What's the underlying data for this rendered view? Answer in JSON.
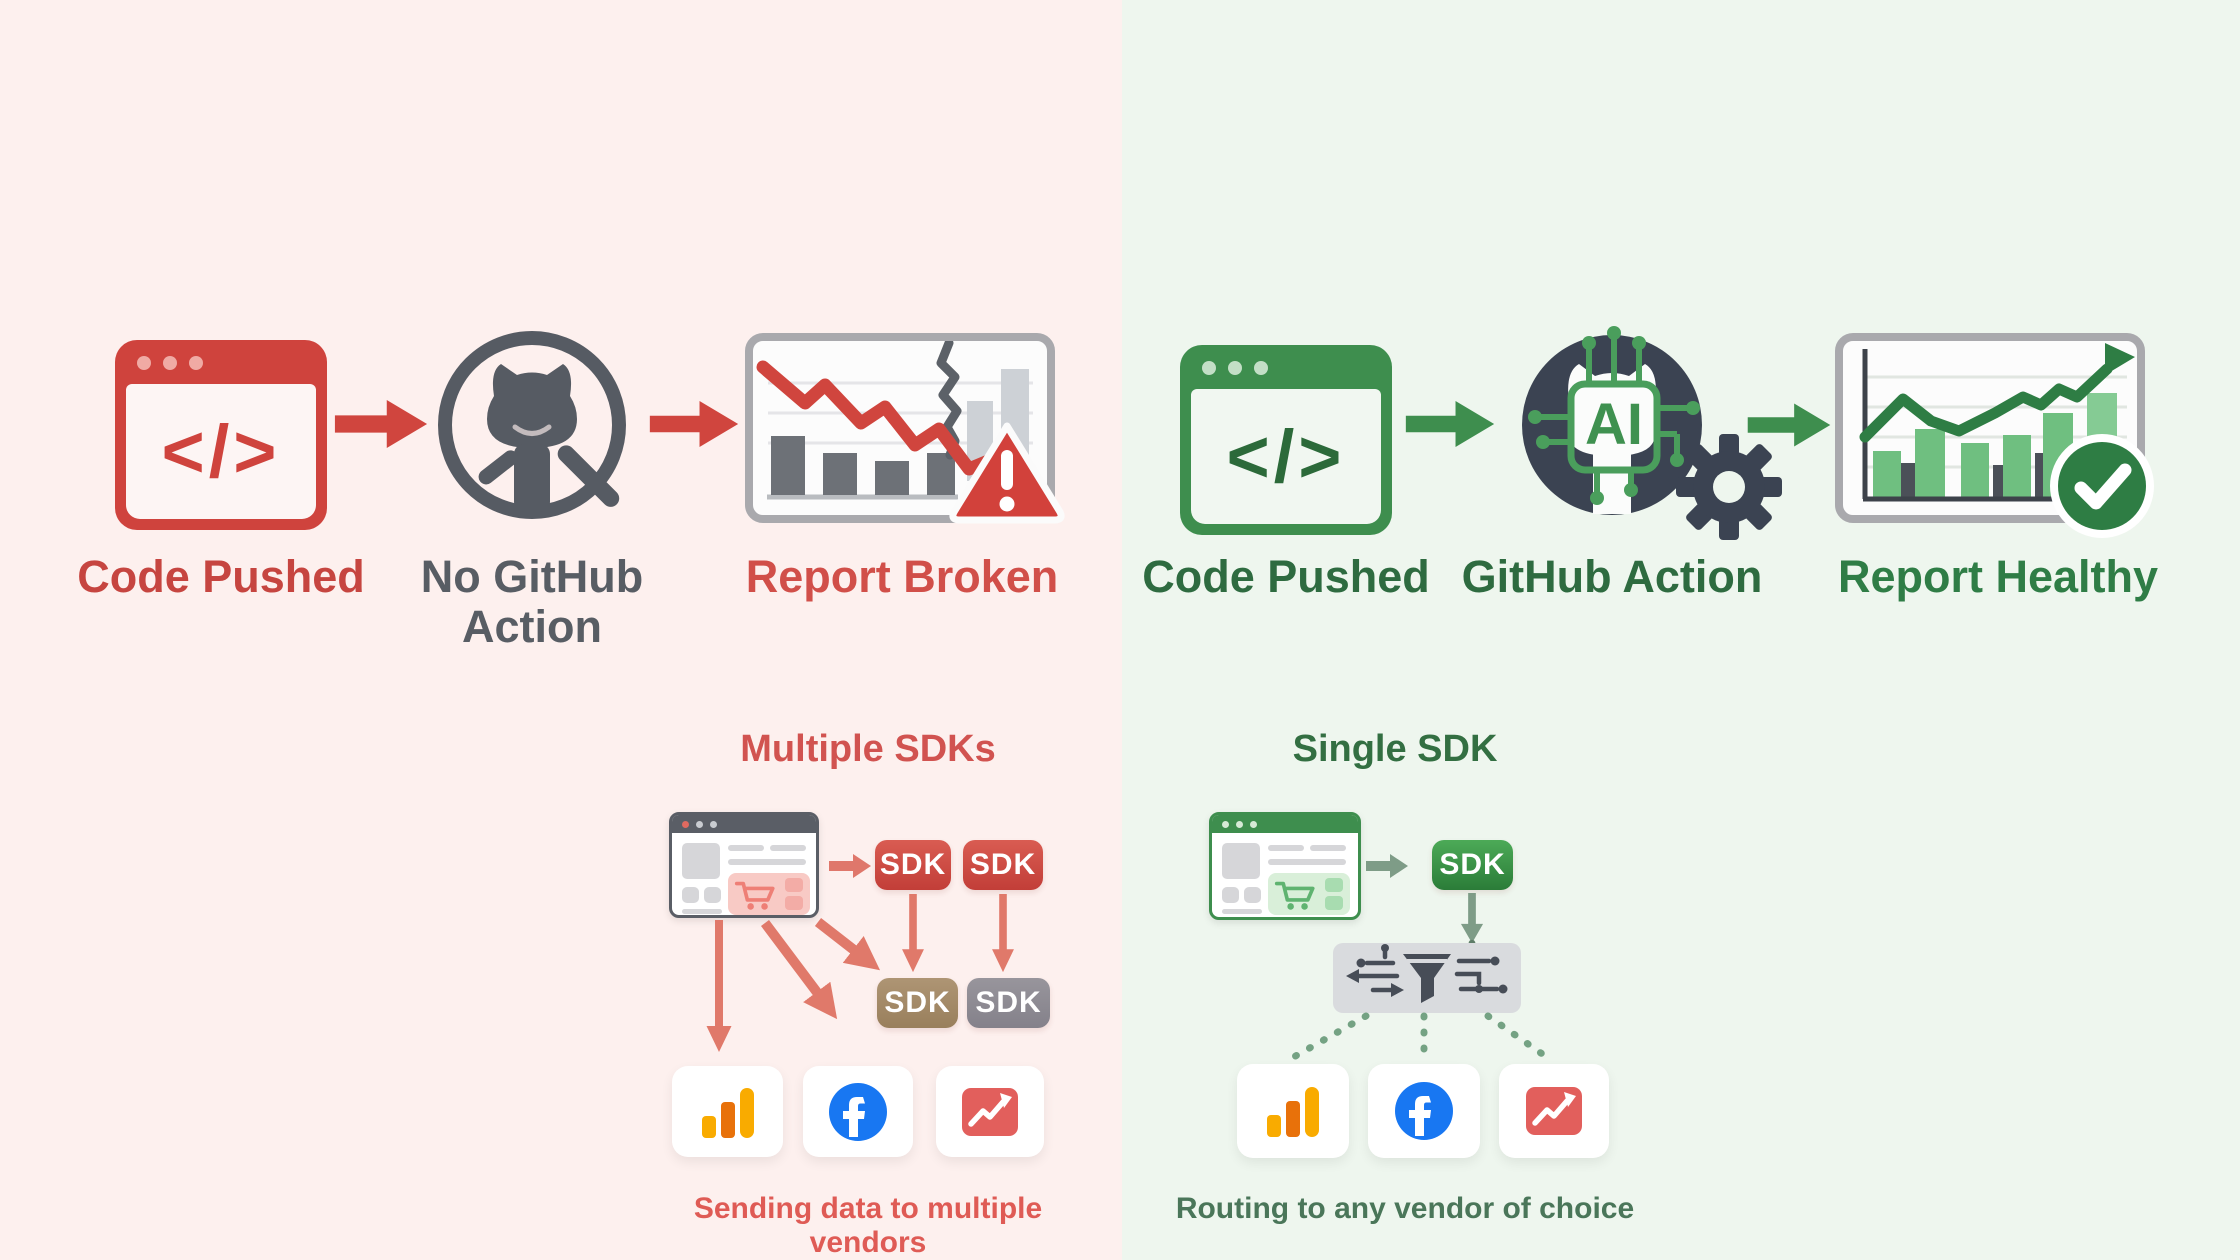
{
  "glyphs": {
    "code": "</>"
  },
  "left_flow": {
    "steps": [
      {
        "label": "Code Pushed"
      },
      {
        "label": "No GitHub Action"
      },
      {
        "label": "Report Broken"
      }
    ]
  },
  "right_flow": {
    "steps": [
      {
        "label": "Code Pushed"
      },
      {
        "label": "GitHub Action"
      },
      {
        "label": "Report Healthy"
      }
    ],
    "ai_label": "AI"
  },
  "left_sdk": {
    "title": "Multiple SDKs",
    "arrow_badges": [
      "SDK",
      "SDK"
    ],
    "lower_badges": [
      "SDK",
      "SDK"
    ],
    "caption": "Sending data to multiple vendors",
    "vendor_icons": [
      "google-analytics-icon",
      "facebook-icon",
      "trend-chart-icon"
    ]
  },
  "right_sdk": {
    "title": "Single SDK",
    "badge": "SDK",
    "caption": "Routing to any vendor of choice",
    "vendor_icons": [
      "google-analytics-icon",
      "facebook-icon",
      "trend-chart-icon"
    ]
  },
  "colors": {
    "left_background": "#fdf0ee",
    "right_background": "#eef6ee",
    "red_primary": "#cf433d",
    "salmon_arrow": "#e0796a",
    "gray_dark": "#565b63",
    "green_primary": "#3e8e4e",
    "green_dark_text": "#2e6b40",
    "navy_circle": "#3b4352",
    "facebook_blue": "#1877f2",
    "ga_orange": "#f9ab00",
    "ga_orange_dark": "#e8710a",
    "vendor_chart_red": "#e25f5c",
    "router_gray": "#d9dbde",
    "funnel_slate": "#474d57"
  }
}
